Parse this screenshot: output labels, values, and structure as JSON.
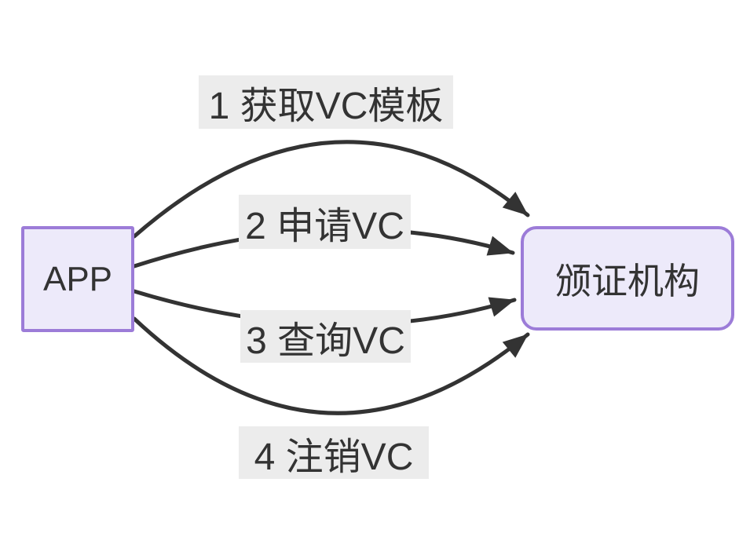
{
  "diagram": {
    "title": "VC issuance flow between APP and certification authority",
    "nodes": {
      "app": {
        "label": "APP"
      },
      "authority": {
        "label": "颁证机构"
      }
    },
    "edges": [
      {
        "label": "1 获取VC模板",
        "from": "APP",
        "to": "颁证机构"
      },
      {
        "label": "2 申请VC",
        "from": "APP",
        "to": "颁证机构"
      },
      {
        "label": "3 查询VC",
        "from": "APP",
        "to": "颁证机构"
      },
      {
        "label": "4 注销VC",
        "from": "APP",
        "to": "颁证机构"
      }
    ],
    "colors": {
      "node_border": "#9c7cd8",
      "node_fill": "#edeafa",
      "edge": "#333333",
      "label_bg": "#ececec",
      "text": "#333333",
      "background": "#ffffff"
    }
  }
}
